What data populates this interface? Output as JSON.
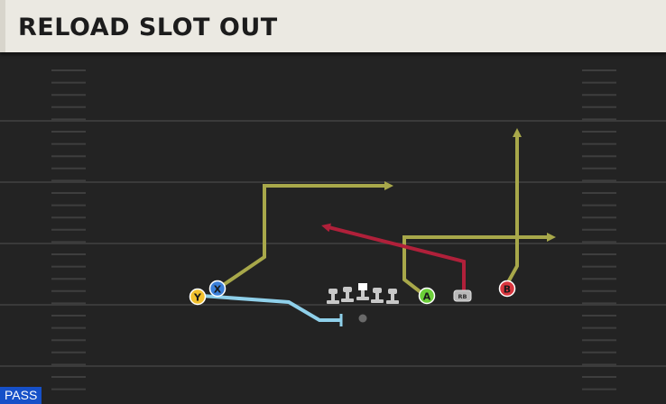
{
  "play": {
    "name": "RELOAD SLOT OUT",
    "type_badge": "PASS"
  },
  "players": {
    "y": {
      "label": "Y",
      "color": "#f2c12e"
    },
    "x": {
      "label": "X",
      "color": "#3b7fd8"
    },
    "a": {
      "label": "A",
      "color": "#6ccf3a"
    },
    "b": {
      "label": "B",
      "color": "#d9363e"
    },
    "rb": {
      "label": "RB",
      "color": "#b8b8b8"
    }
  },
  "routes": {
    "yellow_color": "#a8a84a",
    "red_color": "#b0203a",
    "blue_color": "#8fd0ea"
  }
}
